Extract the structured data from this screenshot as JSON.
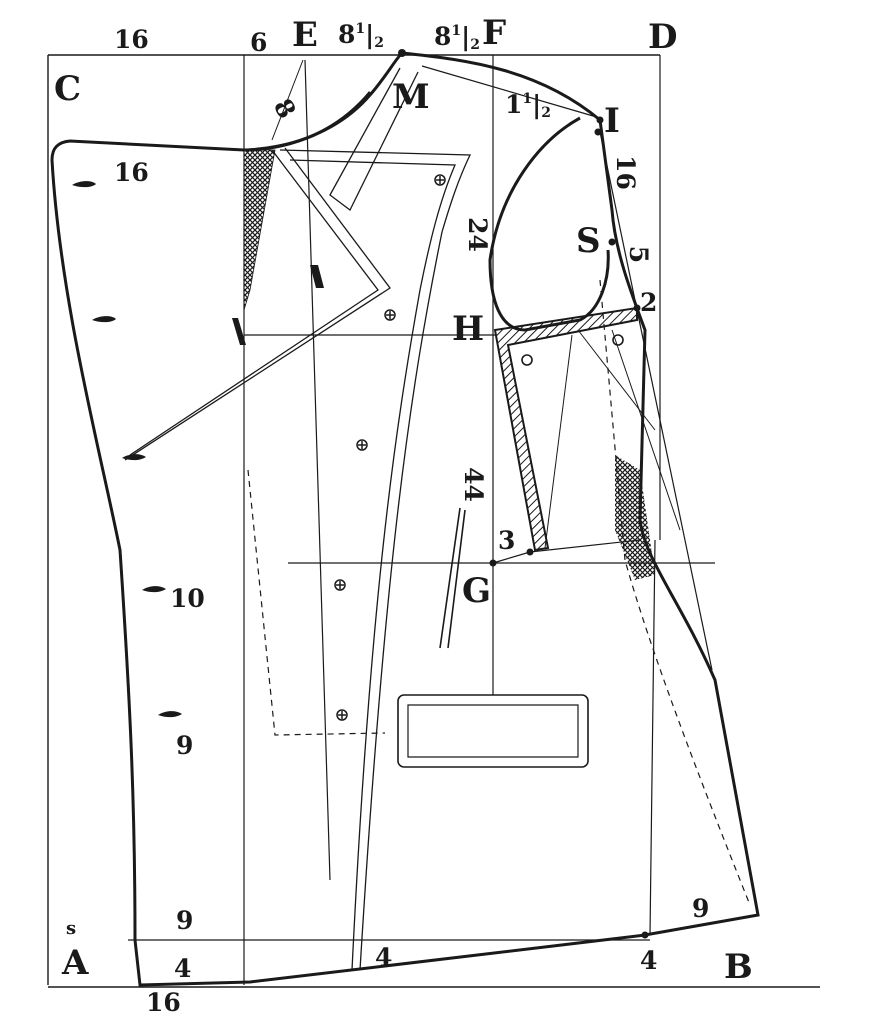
{
  "letters": {
    "A": "A",
    "B": "B",
    "C": "C",
    "D": "D",
    "E": "E",
    "F": "F",
    "G": "G",
    "H": "H",
    "I": "I",
    "M": "M",
    "S": "S"
  },
  "numbers": {
    "top_16": "16",
    "top_6": "6",
    "top_frac_left_main": "8",
    "top_frac_left_sup": "1",
    "top_frac_left_sub": "2",
    "top_frac_right_main": "8",
    "top_frac_right_sup": "1",
    "top_frac_right_sub": "2",
    "neck_frac_main": "1",
    "neck_frac_sup": "1",
    "neck_frac_sub": "2",
    "collar_8": "8",
    "chest_16": "16",
    "shoulder_16": "16",
    "armhole_5": "5",
    "armhole_2": "2",
    "front_24": "24",
    "dart_44": "44",
    "side_3": "3",
    "waist_10": "10",
    "hip_9": "9",
    "hem_9_left": "9",
    "hem_9_right": "9",
    "base_4_left": "4",
    "base_4_mid": "4",
    "base_4_right": "4",
    "bottom_16": "16",
    "s_mark": "s"
  },
  "colors": {
    "ink": "#1a1a1a",
    "paper": "#ffffff"
  }
}
